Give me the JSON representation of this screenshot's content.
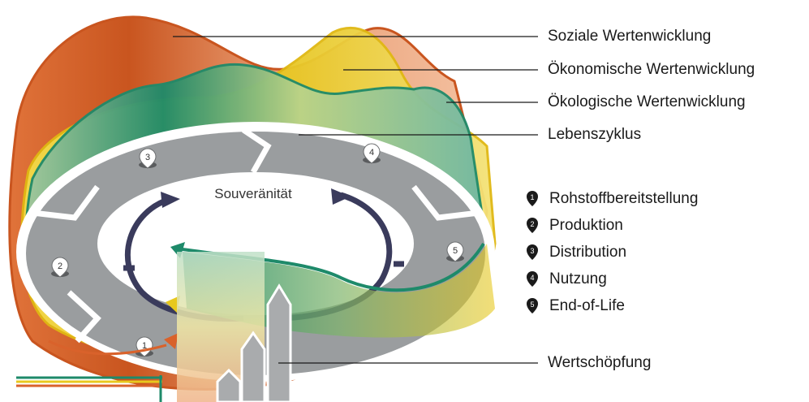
{
  "callouts": {
    "social": "Soziale Wertenwicklung",
    "economic": "Ökonomische Wertenwicklung",
    "ecological": "Ökologische Wertenwicklung",
    "lifecycle": "Lebenszyklus",
    "value_creation": "Wertschöpfung"
  },
  "center_label": "Souveränität",
  "ring_numbers": [
    "1",
    "2",
    "3",
    "4",
    "5"
  ],
  "legend": [
    {
      "number": "1",
      "label": "Rohstoffbereitstellung"
    },
    {
      "number": "2",
      "label": "Produktion"
    },
    {
      "number": "3",
      "label": "Distribution"
    },
    {
      "number": "4",
      "label": "Nutzung"
    },
    {
      "number": "5",
      "label": "End-of-Life"
    }
  ],
  "colors": {
    "social": "#d9622b",
    "economic": "#e8c81e",
    "ecological": "#1e8a6a",
    "ring": "#9a9d9f",
    "cycle_arrows": "#3a3b5c",
    "pillars": "#a9abad"
  }
}
